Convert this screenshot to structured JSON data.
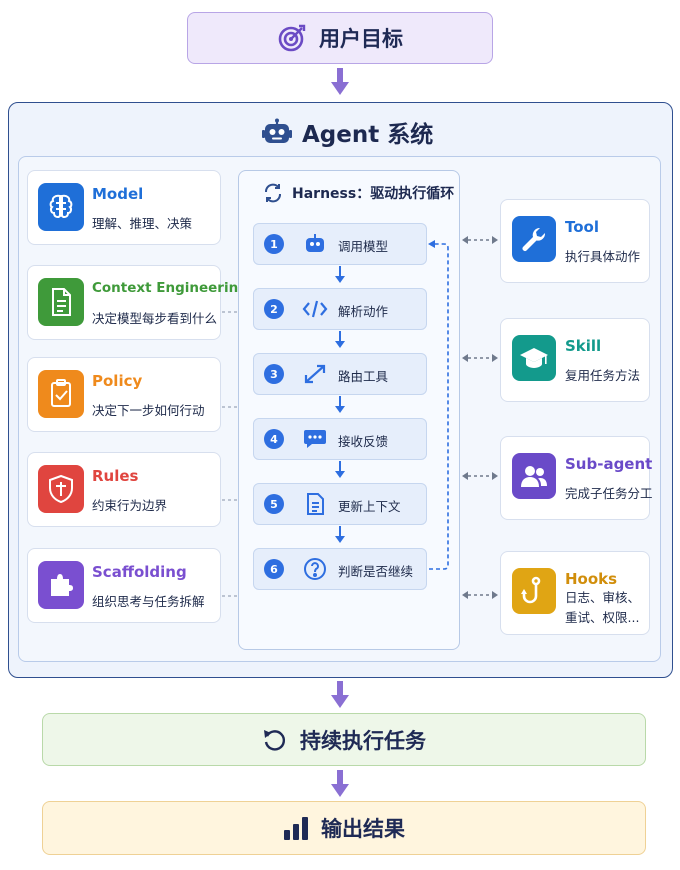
{
  "goal": {
    "label": "用户目标",
    "icon": "target-icon"
  },
  "system": {
    "title": "Agent 系统",
    "icon": "robot-icon"
  },
  "harness": {
    "title": "Harness：驱动执行循环",
    "steps": [
      {
        "num": "1",
        "label": "调用模型",
        "icon": "robot-icon"
      },
      {
        "num": "2",
        "label": "解析动作",
        "icon": "code-icon"
      },
      {
        "num": "3",
        "label": "路由工具",
        "icon": "route-icon"
      },
      {
        "num": "4",
        "label": "接收反馈",
        "icon": "chat-icon"
      },
      {
        "num": "5",
        "label": "更新上下文",
        "icon": "document-icon"
      },
      {
        "num": "6",
        "label": "判断是否继续",
        "icon": "question-icon"
      }
    ]
  },
  "left_cards": [
    {
      "title": "Model",
      "desc": "理解、推理、决策",
      "color": "#1f6fd8",
      "icon": "brain-icon"
    },
    {
      "title": "Context Engineering",
      "desc": "决定模型每步看到什么",
      "color": "#3f9a3a",
      "icon": "document-icon"
    },
    {
      "title": "Policy",
      "desc": "决定下一步如何行动",
      "color": "#ef8a1c",
      "icon": "policy-icon"
    },
    {
      "title": "Rules",
      "desc": "约束行为边界",
      "color": "#e0453f",
      "icon": "shield-icon"
    },
    {
      "title": "Scaffolding",
      "desc": "组织思考与任务拆解",
      "color": "#7a4fd0",
      "icon": "puzzle-icon"
    }
  ],
  "right_cards": [
    {
      "title": "Tool",
      "desc": "执行具体动作",
      "color": "#1f6fd8",
      "icon": "wrench-icon"
    },
    {
      "title": "Skill",
      "desc": "复用任务方法",
      "color": "#139a8c",
      "icon": "graduation-cap-icon"
    },
    {
      "title": "Sub-agent",
      "desc": "完成子任务分工",
      "color": "#6a4ac8",
      "icon": "users-icon"
    },
    {
      "title": "Hooks",
      "desc": "日志、审核、重试、权限...",
      "color": "#e0a514",
      "icon": "hook-icon"
    }
  ],
  "continue": {
    "label": "持续执行任务",
    "icon": "refresh-icon"
  },
  "output": {
    "label": "输出结果",
    "icon": "bar-chart-icon"
  }
}
